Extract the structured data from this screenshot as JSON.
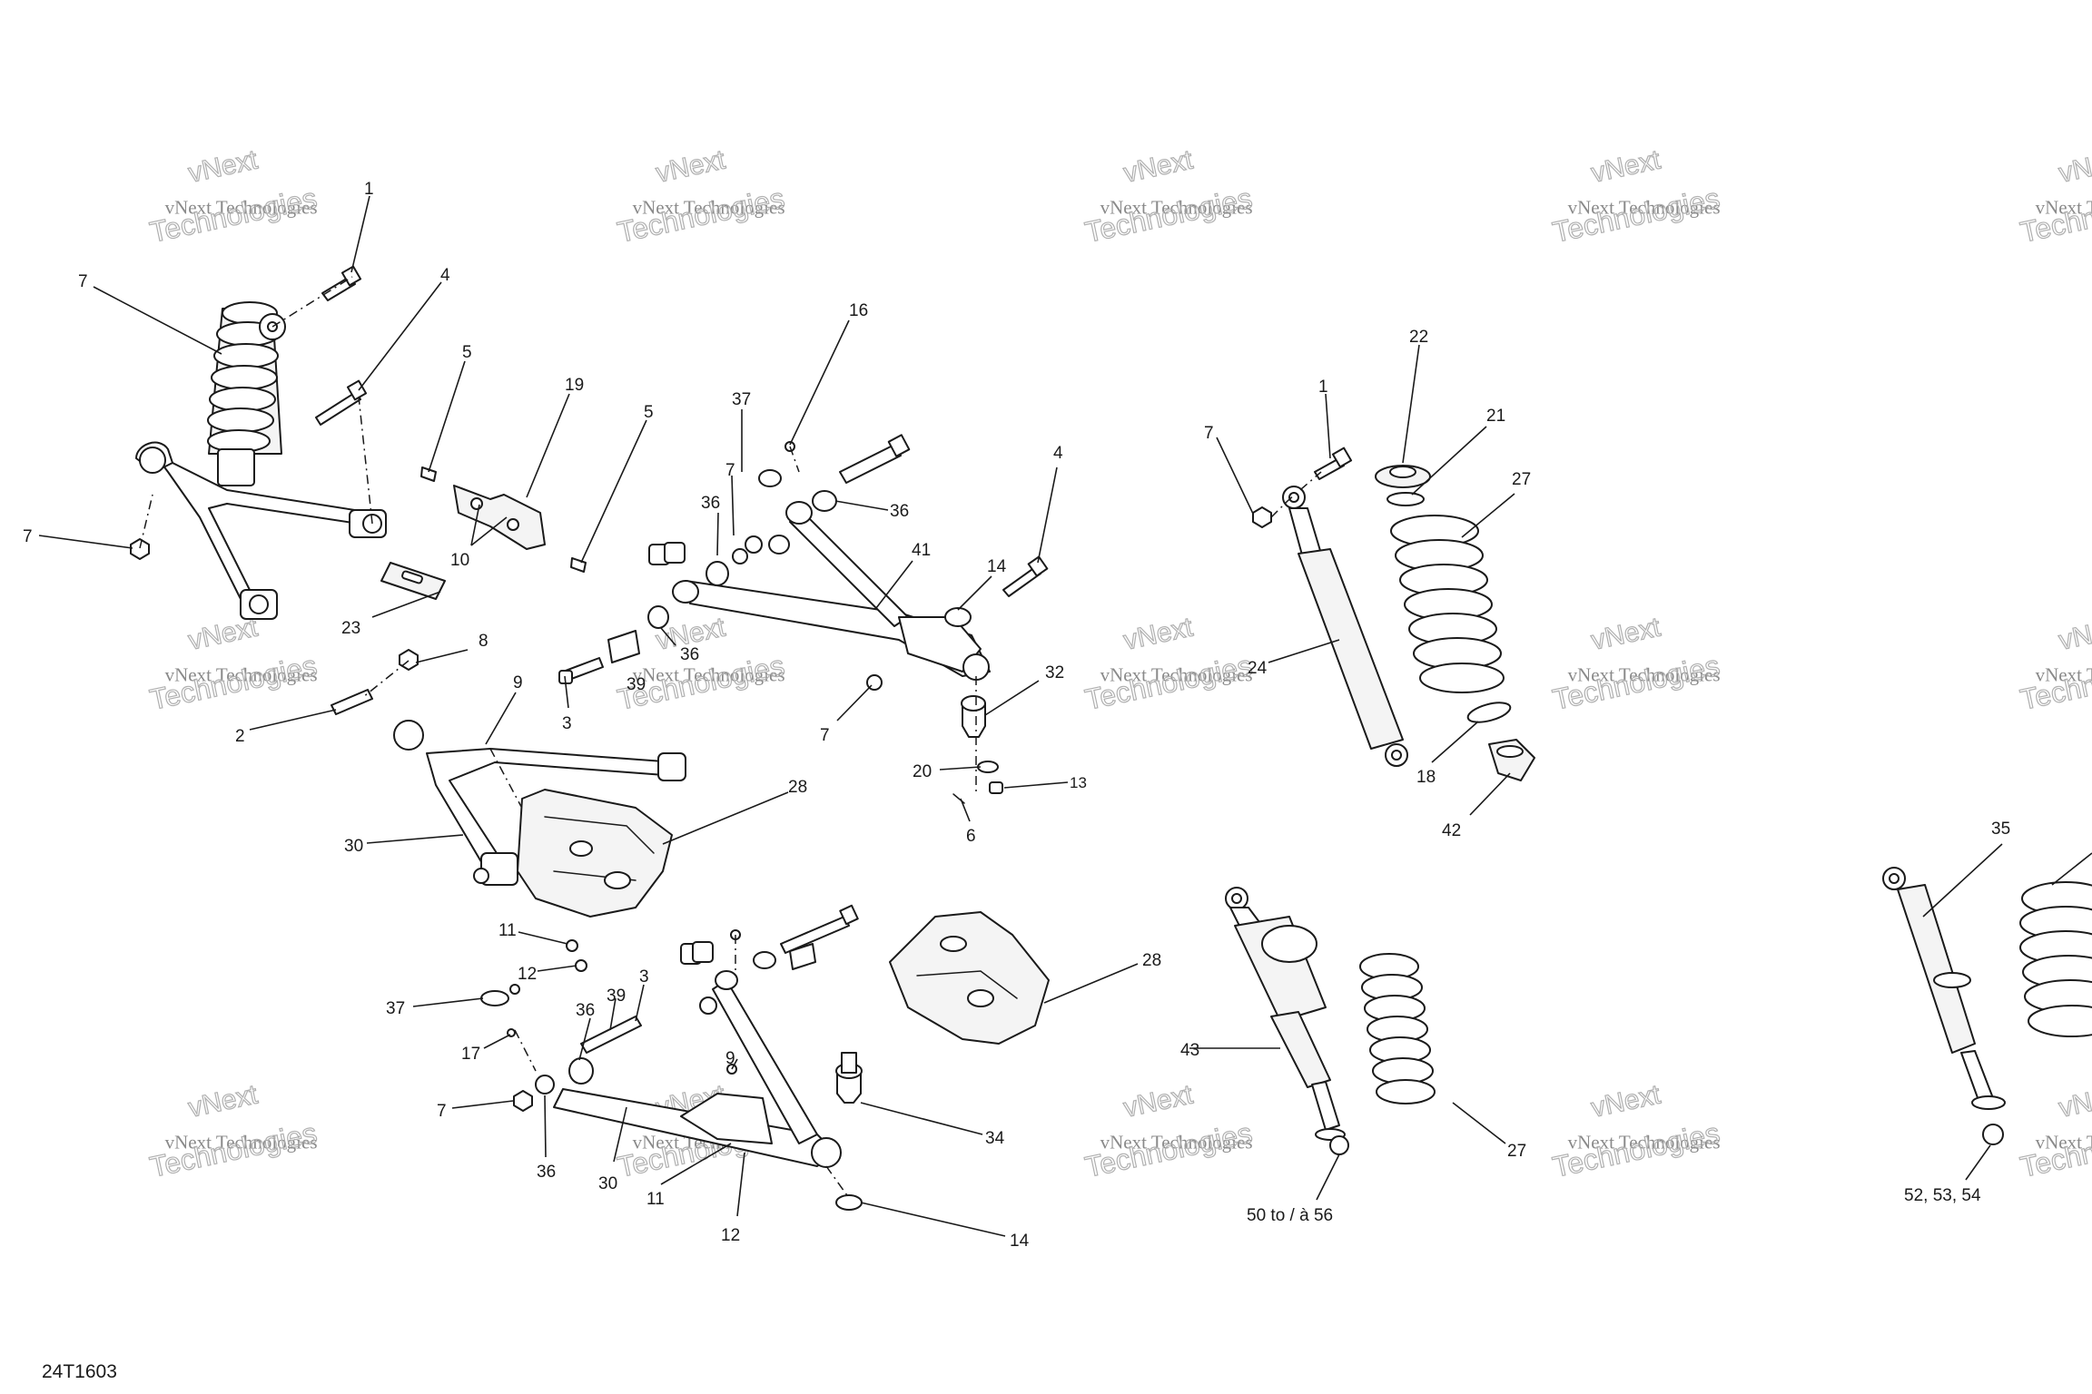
{
  "drawing_code": "24T1603",
  "watermark": {
    "line1": "vNext Technologies",
    "line2": "Technologies",
    "hollow": "vNext"
  },
  "callouts": [
    {
      "id": "c1a",
      "label": "1"
    },
    {
      "id": "c7a",
      "label": "7"
    },
    {
      "id": "c4a",
      "label": "4"
    },
    {
      "id": "c7b",
      "label": "7"
    },
    {
      "id": "c5a",
      "label": "5"
    },
    {
      "id": "c19",
      "label": "19"
    },
    {
      "id": "c5b",
      "label": "5"
    },
    {
      "id": "c10",
      "label": "10"
    },
    {
      "id": "c23",
      "label": "23"
    },
    {
      "id": "c8",
      "label": "8"
    },
    {
      "id": "c2",
      "label": "2"
    },
    {
      "id": "c9a",
      "label": "9"
    },
    {
      "id": "c3a",
      "label": "3"
    },
    {
      "id": "c39a",
      "label": "39"
    },
    {
      "id": "c16",
      "label": "16"
    },
    {
      "id": "c37a",
      "label": "37"
    },
    {
      "id": "c7c",
      "label": "7"
    },
    {
      "id": "c36a",
      "label": "36"
    },
    {
      "id": "c36b",
      "label": "36"
    },
    {
      "id": "c41",
      "label": "41"
    },
    {
      "id": "c36c",
      "label": "36"
    },
    {
      "id": "c4b",
      "label": "4"
    },
    {
      "id": "c14a",
      "label": "14"
    },
    {
      "id": "c32",
      "label": "32"
    },
    {
      "id": "c7d",
      "label": "7"
    },
    {
      "id": "c20",
      "label": "20"
    },
    {
      "id": "c13",
      "label": "13"
    },
    {
      "id": "c6",
      "label": "6"
    },
    {
      "id": "c30a",
      "label": "30"
    },
    {
      "id": "c28a",
      "label": "28"
    },
    {
      "id": "c11a",
      "label": "11"
    },
    {
      "id": "c12a",
      "label": "12"
    },
    {
      "id": "c37b",
      "label": "37"
    },
    {
      "id": "c36d",
      "label": "36"
    },
    {
      "id": "c39b",
      "label": "39"
    },
    {
      "id": "c3b",
      "label": "3"
    },
    {
      "id": "c17",
      "label": "17"
    },
    {
      "id": "c9b",
      "label": "9"
    },
    {
      "id": "c7e",
      "label": "7"
    },
    {
      "id": "c36e",
      "label": "36"
    },
    {
      "id": "c30b",
      "label": "30"
    },
    {
      "id": "c11b",
      "label": "11"
    },
    {
      "id": "c12b",
      "label": "12"
    },
    {
      "id": "c34",
      "label": "34"
    },
    {
      "id": "c14b",
      "label": "14"
    },
    {
      "id": "c28b",
      "label": "28"
    },
    {
      "id": "c7f",
      "label": "7"
    },
    {
      "id": "c1b",
      "label": "1"
    },
    {
      "id": "c22",
      "label": "22"
    },
    {
      "id": "c21",
      "label": "21"
    },
    {
      "id": "c27a",
      "label": "27"
    },
    {
      "id": "c24",
      "label": "24"
    },
    {
      "id": "c18",
      "label": "18"
    },
    {
      "id": "c42",
      "label": "42"
    },
    {
      "id": "c43",
      "label": "43"
    },
    {
      "id": "c27b",
      "label": "27"
    },
    {
      "id": "c50",
      "label": "50 to / à 56"
    },
    {
      "id": "c35",
      "label": "35"
    },
    {
      "id": "c52",
      "label": "52, 53, 54"
    }
  ]
}
